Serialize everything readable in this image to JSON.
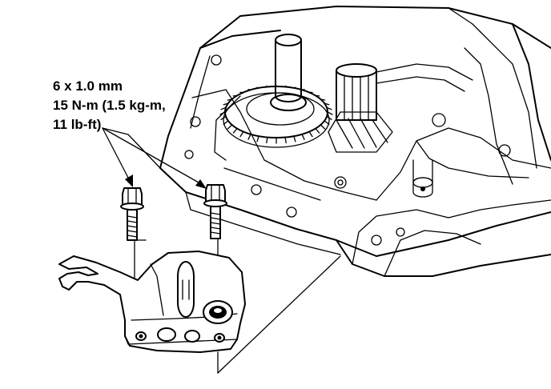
{
  "callout": {
    "line1": "6 x 1.0 mm",
    "line2": "15 N-m (1.5 kg-m,",
    "line3": "11 lb-ft)"
  },
  "colors": {
    "ink": "#000000",
    "paper": "#ffffff"
  }
}
